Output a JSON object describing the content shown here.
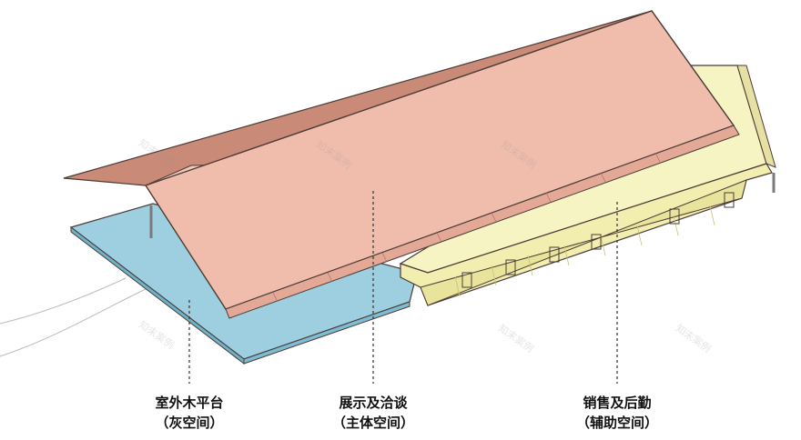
{
  "labels": {
    "outdoor": {
      "title": "室外木平台",
      "subtitle": "（灰空间）"
    },
    "main": {
      "title": "展示及洽谈",
      "subtitle": "（主体空间）"
    },
    "aux": {
      "title": "销售及后勤",
      "subtitle": "（辅助空间）"
    }
  },
  "watermark": "知末案例",
  "colors": {
    "roof_light": "#f0bdad",
    "roof_dark": "#c98a78",
    "deck": "#9ecfe0",
    "annex": "#f4f1b8",
    "annex_dark": "#d9d48f",
    "outline": "#4a3b36"
  }
}
